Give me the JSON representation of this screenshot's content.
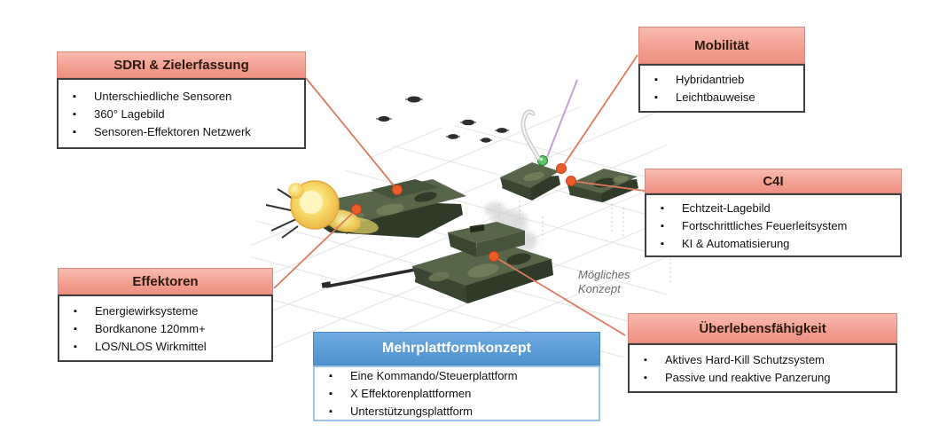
{
  "figure": {
    "caption_line1": "Mögliches",
    "caption_line2": "Konzept"
  },
  "colors": {
    "callout_header": "#F2A092",
    "callout_header_border": "#D98575",
    "callout_body_border": "#3F3F3F",
    "concept_header": "#5B9BD5",
    "concept_body_border": "#9DC3E6",
    "connector_line": "#DD7A5E",
    "connector_dot": "#EA5C28",
    "explosion_core": "#FBE784",
    "tank_green": "#46543C",
    "trail_purple": "#C79FD8"
  },
  "callouts": {
    "sdri": {
      "title": "SDRI & Zielerfassung",
      "items": [
        "Unterschiedliche Sensoren",
        "360° Lagebild",
        "Sensoren-Effektoren Netzwerk"
      ]
    },
    "mobilitaet": {
      "title": "Mobilität",
      "items": [
        "Hybridantrieb",
        "Leichtbauweise"
      ]
    },
    "c4i": {
      "title": "C4I",
      "items": [
        "Echtzeit-Lagebild",
        "Fortschrittliches Feuerleitsystem",
        "KI & Automatisierung"
      ]
    },
    "effektoren": {
      "title": "Effektoren",
      "items": [
        "Energiewirksysteme",
        "Bordkanone 120mm+",
        "LOS/NLOS Wirkmittel"
      ]
    },
    "ueberlebensfaehigkeit": {
      "title": "Überlebensfähigkeit",
      "items": [
        "Aktives Hard-Kill Schutzsystem",
        "Passive und reaktive Panzerung"
      ]
    },
    "mehrplattformkonzept": {
      "title": "Mehrplattformkonzept",
      "items": [
        "Eine Kommando/Steuerplattform",
        "X Effektorenplattformen",
        "Unterstützungsplattform"
      ]
    }
  }
}
